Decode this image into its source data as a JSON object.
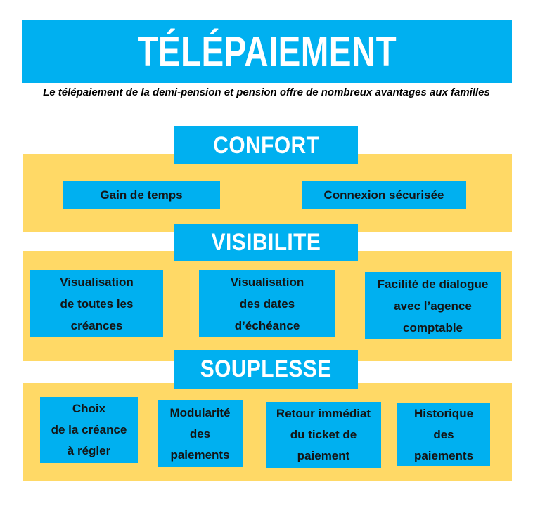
{
  "header": {
    "title": "TÉLÉPAIEMENT",
    "subtitle": "Le télépaiement de la demi-pension et pension offre de nombreux avantages aux familles"
  },
  "colors": {
    "accent_blue": "#00B0F0",
    "band_yellow": "#FFD966",
    "title_text": "#FFFFFF",
    "body_text": "#141414"
  },
  "sections": [
    {
      "title": "CONFORT",
      "items": [
        {
          "lines": [
            "Gain de temps"
          ]
        },
        {
          "lines": [
            "Connexion sécurisée"
          ]
        }
      ]
    },
    {
      "title": "VISIBILITE",
      "items": [
        {
          "lines": [
            "Visualisation",
            "de toutes les",
            "créances"
          ]
        },
        {
          "lines": [
            "Visualisation",
            "des dates",
            "d’échéance"
          ]
        },
        {
          "lines": [
            "Facilité de dialogue",
            "avec l’agence",
            "comptable"
          ]
        }
      ]
    },
    {
      "title": "SOUPLESSE",
      "items": [
        {
          "lines": [
            "Choix",
            "de la créance",
            "à régler"
          ]
        },
        {
          "lines": [
            "Modularité",
            "des",
            "paiements"
          ]
        },
        {
          "lines": [
            "Retour immédiat",
            "du ticket de",
            "paiement"
          ]
        },
        {
          "lines": [
            "Historique",
            "des",
            "paiements"
          ]
        }
      ]
    }
  ]
}
